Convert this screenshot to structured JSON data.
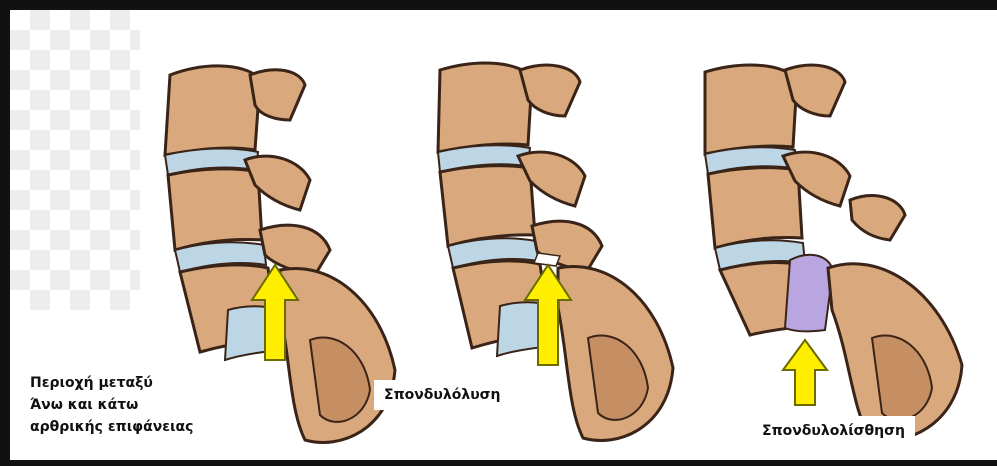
{
  "panels": [
    {
      "label_lines": [
        "Περιοχή μεταξύ",
        "Άνω και κάτω",
        "αρθρικής επιφάνειας"
      ]
    },
    {
      "label_lines": [
        "Σπονδυλόλυση"
      ]
    },
    {
      "label_lines": [
        "Σπονδυλολίσθηση"
      ]
    }
  ],
  "colors": {
    "bone": "#d9a87c",
    "bone_shadow": "#9a6a45",
    "bone_outline": "#3a2418",
    "disc": "#bcd6e6",
    "disc_shadow": "#7aa3bd",
    "arrow": "#ffee00",
    "arrow_outline": "#6b6b00",
    "slip_disc": "#b9a6e0"
  }
}
